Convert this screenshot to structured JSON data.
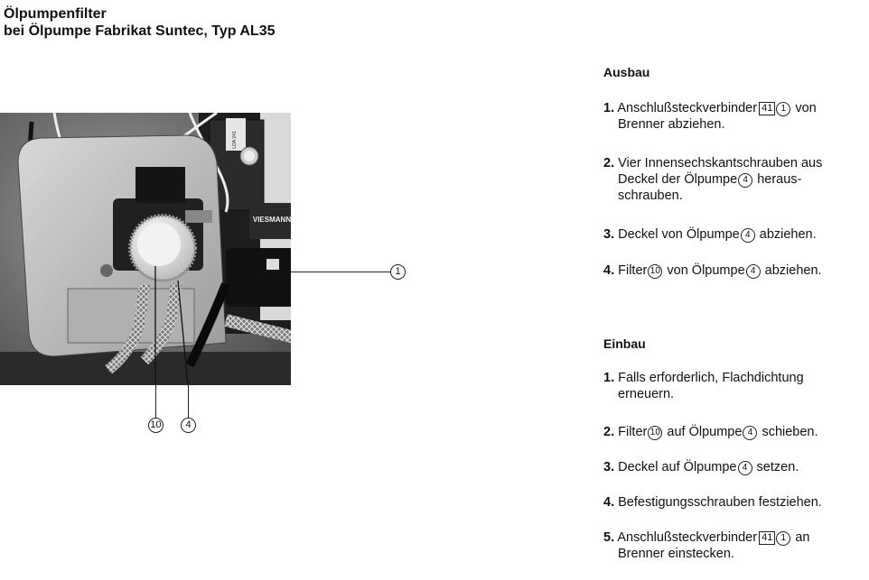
{
  "title": {
    "line1": "Ölpumpenfilter",
    "line2": "bei Ölpumpe Fabrikat Suntec, Typ AL35"
  },
  "photo": {
    "label_panel": "LOA 241",
    "brand": "VIESMANN",
    "callouts": {
      "right": "1",
      "bottom_left": "10",
      "bottom_right": "4"
    }
  },
  "ausbau": {
    "heading": "Ausbau",
    "steps": [
      {
        "num": "1.",
        "a": "Anschlußsteckverbinder",
        "box": "41",
        "c1": "1",
        "b": "von",
        "line2": "Brenner abziehen."
      },
      {
        "num": "2.",
        "a": "Vier Innensechskantschrauben aus",
        "line2a": "Deckel der Ölpumpe",
        "c1": "4",
        "line2b": "heraus-",
        "line3": "schrauben."
      },
      {
        "num": "3.",
        "a": "Deckel von Ölpumpe",
        "c1": "4",
        "b": "abziehen."
      },
      {
        "num": "4.",
        "a": "Filter",
        "c1": "10",
        "b": "von Ölpumpe",
        "c2": "4",
        "c": "abziehen."
      }
    ]
  },
  "einbau": {
    "heading": "Einbau",
    "steps": [
      {
        "num": "1.",
        "a": "Falls erforderlich, Flachdichtung",
        "line2": "erneuern."
      },
      {
        "num": "2.",
        "a": "Filter",
        "c1": "10",
        "b": "auf Ölpumpe",
        "c2": "4",
        "c": "schieben."
      },
      {
        "num": "3.",
        "a": "Deckel auf Ölpumpe",
        "c1": "4",
        "b": "setzen."
      },
      {
        "num": "4.",
        "a": "Befestigungsschrauben festziehen."
      },
      {
        "num": "5.",
        "a": "Anschlußsteckverbinder",
        "box": "41",
        "c1": "1",
        "b": "an",
        "line2": "Brenner einstecken."
      }
    ]
  }
}
